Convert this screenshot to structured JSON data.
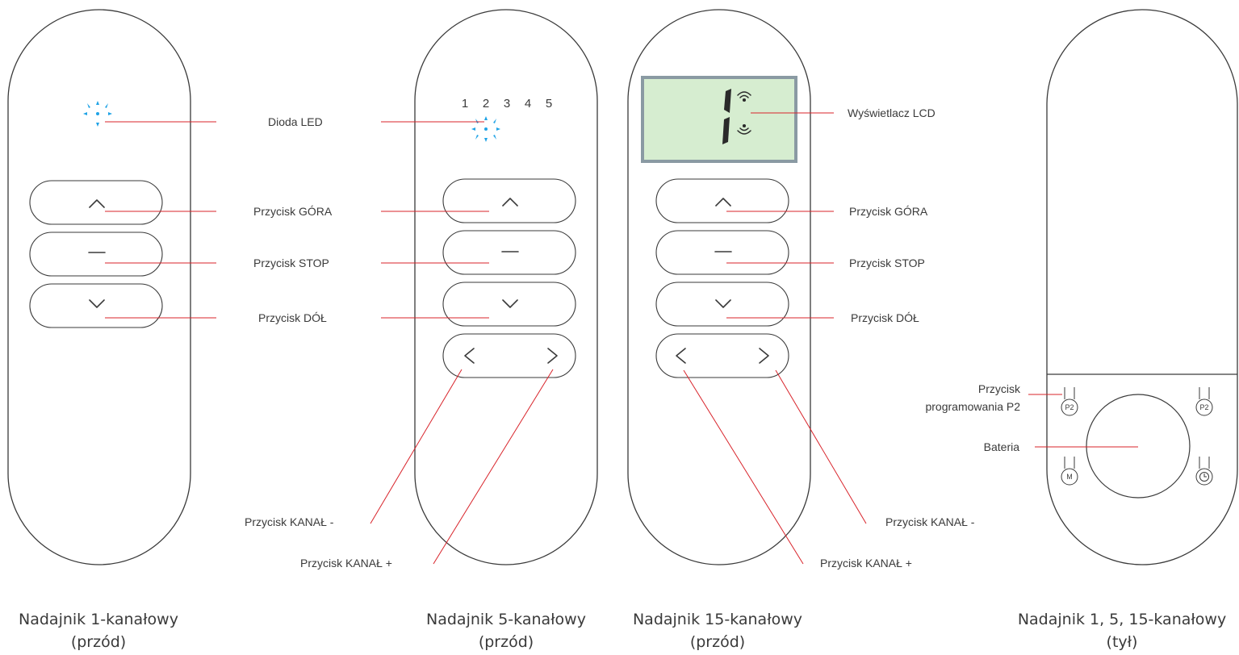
{
  "remotes": {
    "r1": {
      "caption_line1": "Nadajnik 1-kanałowy",
      "caption_line2": "(przód)"
    },
    "r5": {
      "caption_line1": "Nadajnik 5-kanałowy",
      "caption_line2": "(przód)",
      "channels": [
        "1",
        "2",
        "3",
        "4",
        "5"
      ]
    },
    "r15": {
      "caption_line1": "Nadajnik 15-kanałowy",
      "caption_line2": "(przód)"
    },
    "back": {
      "caption_line1": "Nadajnik 1, 5, 15-kanałowy",
      "caption_line2": "(tył)",
      "btn_p2": "P2",
      "btn_m": "M"
    }
  },
  "labels": {
    "led": "Dioda LED",
    "lcd": "Wyświetlacz LCD",
    "up": "Przycisk GÓRA",
    "stop": "Przycisk STOP",
    "down": "Przycisk DÓŁ",
    "ch_minus": "Przycisk KANAŁ -",
    "ch_plus": "Przycisk KANAŁ +",
    "p2_line1": "Przycisk",
    "p2_line2": "programowania P2",
    "battery": "Bateria"
  },
  "colors": {
    "outline": "#3a3a3a",
    "leader": "#d8232a",
    "led": "#1fa3e6",
    "lcd_fill": "#d6edd0",
    "lcd_frame": "#8a9aa3"
  }
}
